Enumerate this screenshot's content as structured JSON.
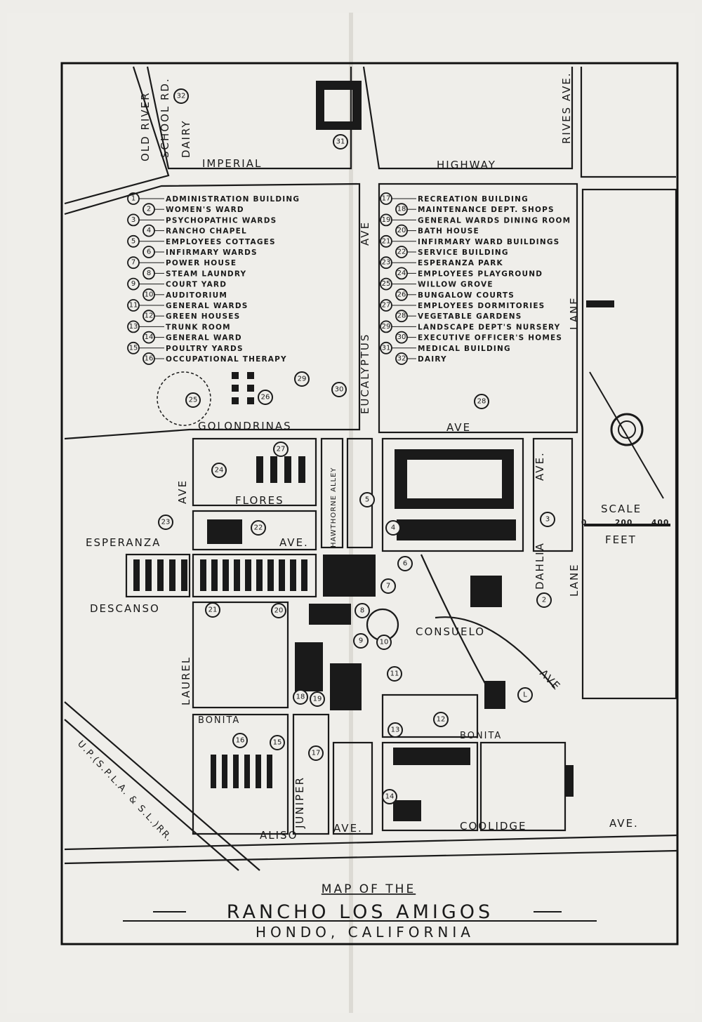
{
  "title": {
    "line1": "MAP OF THE",
    "line2": "RANCHO LOS AMIGOS",
    "line3": "HONDO, CALIFORNIA"
  },
  "streets": {
    "old_river": "OLD RIVER",
    "school_rd": "SCHOOL RD.",
    "dairy": "DAIRY",
    "imperial": "IMPERIAL",
    "highway": "HIGHWAY",
    "rives_ave": "RIVES AVE.",
    "eucalyptus_ave": "AVE",
    "eucalyptus": "EUCALYPTUS",
    "lane_upper": "LANE",
    "golondrinas": "GOLONDRINAS",
    "golondrinas_ave": "AVE",
    "flores": "FLORES",
    "esperanza": "ESPERANZA",
    "esperanza_ave": "AVE.",
    "hawthorne_alley": "HAWTHORNE ALLEY",
    "dahlia_ave": "AVE.",
    "dahlia": "DAHLIA",
    "lane_lower": "LANE",
    "descanso": "DESCANSO",
    "consuelo": "CONSUELO",
    "consuelo_ave": "AVE",
    "laurel": "LAUREL",
    "laurel_ave": "AVE",
    "bonita_left": "BONITA",
    "bonita_right": "BONITA",
    "juniper": "JUNIPER",
    "aliso": "ALISO",
    "aliso_ave": "AVE.",
    "coolidge": "COOLIDGE",
    "coolidge_ave": "AVE.",
    "railroad": "U.P.(S.P.L.A. & S.L.)RR."
  },
  "scale": {
    "label": "SCALE",
    "ticks": [
      "0",
      "200",
      "400"
    ],
    "unit": "FEET"
  },
  "legend": [
    {
      "id": "1",
      "label": "ADMINISTRATION BUILDING"
    },
    {
      "id": "2",
      "label": "WOMEN'S WARD"
    },
    {
      "id": "3",
      "label": "PSYCHOPATHIC WARDS"
    },
    {
      "id": "4",
      "label": "RANCHO CHAPEL"
    },
    {
      "id": "5",
      "label": "EMPLOYEES COTTAGES"
    },
    {
      "id": "6",
      "label": "INFIRMARY WARDS"
    },
    {
      "id": "7",
      "label": "POWER HOUSE"
    },
    {
      "id": "8",
      "label": "STEAM LAUNDRY"
    },
    {
      "id": "9",
      "label": "COURT YARD"
    },
    {
      "id": "10",
      "label": "AUDITORIUM"
    },
    {
      "id": "11",
      "label": "GENERAL WARDS"
    },
    {
      "id": "12",
      "label": "GREEN HOUSES"
    },
    {
      "id": "13",
      "label": "TRUNK ROOM"
    },
    {
      "id": "14",
      "label": "GENERAL WARD"
    },
    {
      "id": "15",
      "label": "POULTRY YARDS"
    },
    {
      "id": "16",
      "label": "OCCUPATIONAL THERAPY"
    },
    {
      "id": "17",
      "label": "RECREATION BUILDING"
    },
    {
      "id": "18",
      "label": "MAINTENANCE DEPT. SHOPS"
    },
    {
      "id": "19",
      "label": "GENERAL WARDS DINING ROOM"
    },
    {
      "id": "20",
      "label": "BATH HOUSE"
    },
    {
      "id": "21",
      "label": "INFIRMARY WARD BUILDINGS"
    },
    {
      "id": "22",
      "label": "SERVICE BUILDING"
    },
    {
      "id": "23",
      "label": "ESPERANZA PARK"
    },
    {
      "id": "24",
      "label": "EMPLOYEES PLAYGROUND"
    },
    {
      "id": "25",
      "label": "WILLOW GROVE"
    },
    {
      "id": "26",
      "label": "BUNGALOW COURTS"
    },
    {
      "id": "27",
      "label": "EMPLOYEES DORMITORIES"
    },
    {
      "id": "28",
      "label": "VEGETABLE GARDENS"
    },
    {
      "id": "29",
      "label": "LANDSCAPE DEPT'S NURSERY"
    },
    {
      "id": "30",
      "label": "EXECUTIVE OFFICER'S HOMES"
    },
    {
      "id": "31",
      "label": "MEDICAL BUILDING"
    },
    {
      "id": "32",
      "label": "DAIRY"
    }
  ],
  "marker_1_label": "L",
  "colors": {
    "ink": "#1a1a1a",
    "paper": "#eeede9"
  }
}
